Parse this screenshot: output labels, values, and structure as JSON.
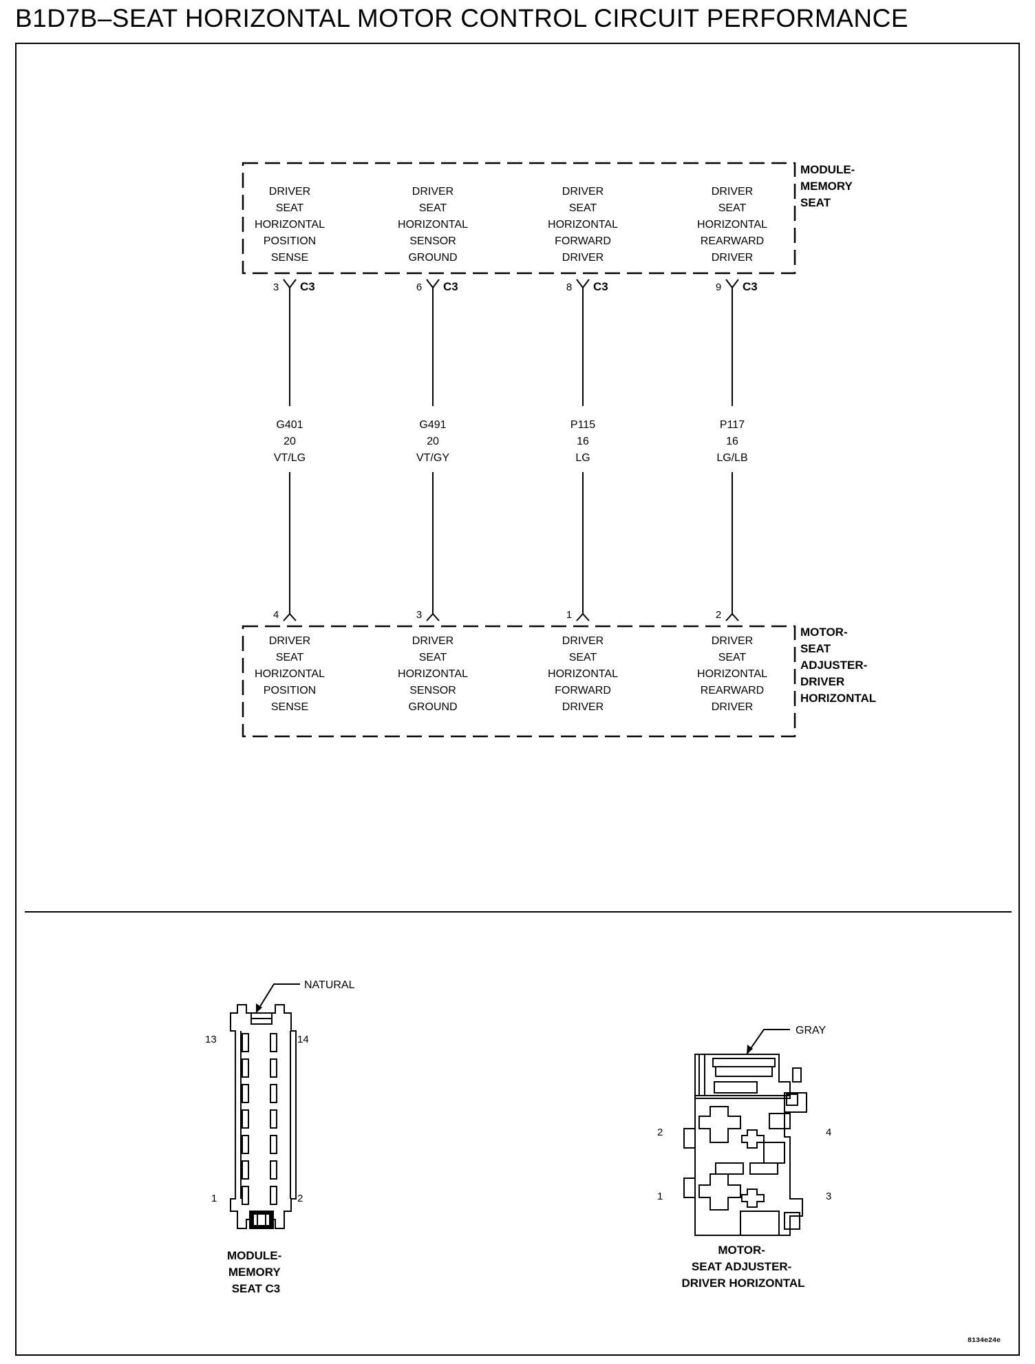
{
  "title": "B1D7B–SEAT HORIZONTAL MOTOR CONTROL CIRCUIT PERFORMANCE",
  "top_component": {
    "name_lines": [
      "MODULE-",
      "MEMORY",
      "SEAT"
    ],
    "connector": "C3"
  },
  "bottom_component": {
    "name_lines": [
      "MOTOR-",
      "SEAT",
      "ADJUSTER-",
      "DRIVER",
      "HORIZONTAL"
    ]
  },
  "circuits": [
    {
      "module_pin": "3",
      "motor_pin": "4",
      "circuit": "G401",
      "gauge": "20",
      "color": "VT/LG",
      "module_label": [
        "DRIVER",
        "SEAT",
        "HORIZONTAL",
        "POSITION",
        "SENSE"
      ],
      "motor_label": [
        "DRIVER",
        "SEAT",
        "HORIZONTAL",
        "POSITION",
        "SENSE"
      ]
    },
    {
      "module_pin": "6",
      "motor_pin": "3",
      "circuit": "G491",
      "gauge": "20",
      "color": "VT/GY",
      "module_label": [
        "DRIVER",
        "SEAT",
        "HORIZONTAL",
        "SENSOR",
        "GROUND"
      ],
      "motor_label": [
        "DRIVER",
        "SEAT",
        "HORIZONTAL",
        "SENSOR",
        "GROUND"
      ]
    },
    {
      "module_pin": "8",
      "motor_pin": "1",
      "circuit": "P115",
      "gauge": "16",
      "color": "LG",
      "module_label": [
        "DRIVER",
        "SEAT",
        "HORIZONTAL",
        "FORWARD",
        "DRIVER"
      ],
      "motor_label": [
        "DRIVER",
        "SEAT",
        "HORIZONTAL",
        "FORWARD",
        "DRIVER"
      ]
    },
    {
      "module_pin": "9",
      "motor_pin": "2",
      "circuit": "P117",
      "gauge": "16",
      "color": "LG/LB",
      "module_label": [
        "DRIVER",
        "SEAT",
        "HORIZONTAL",
        "REARWARD",
        "DRIVER"
      ],
      "motor_label": [
        "DRIVER",
        "SEAT",
        "HORIZONTAL",
        "REARWARD",
        "DRIVER"
      ]
    }
  ],
  "connector_views": {
    "module": {
      "color_label": "NATURAL",
      "pins": {
        "top_left": "13",
        "top_right": "14",
        "bottom_left": "1",
        "bottom_right": "2"
      },
      "caption_lines": [
        "MODULE-",
        "MEMORY",
        "SEAT C3"
      ]
    },
    "motor": {
      "color_label": "GRAY",
      "pins": {
        "upper_left": "2",
        "upper_right": "4",
        "lower_left": "1",
        "lower_right": "3"
      },
      "caption_lines": [
        "MOTOR-",
        "SEAT ADJUSTER-",
        "DRIVER HORIZONTAL"
      ]
    }
  },
  "figure_id": "8134e24e"
}
